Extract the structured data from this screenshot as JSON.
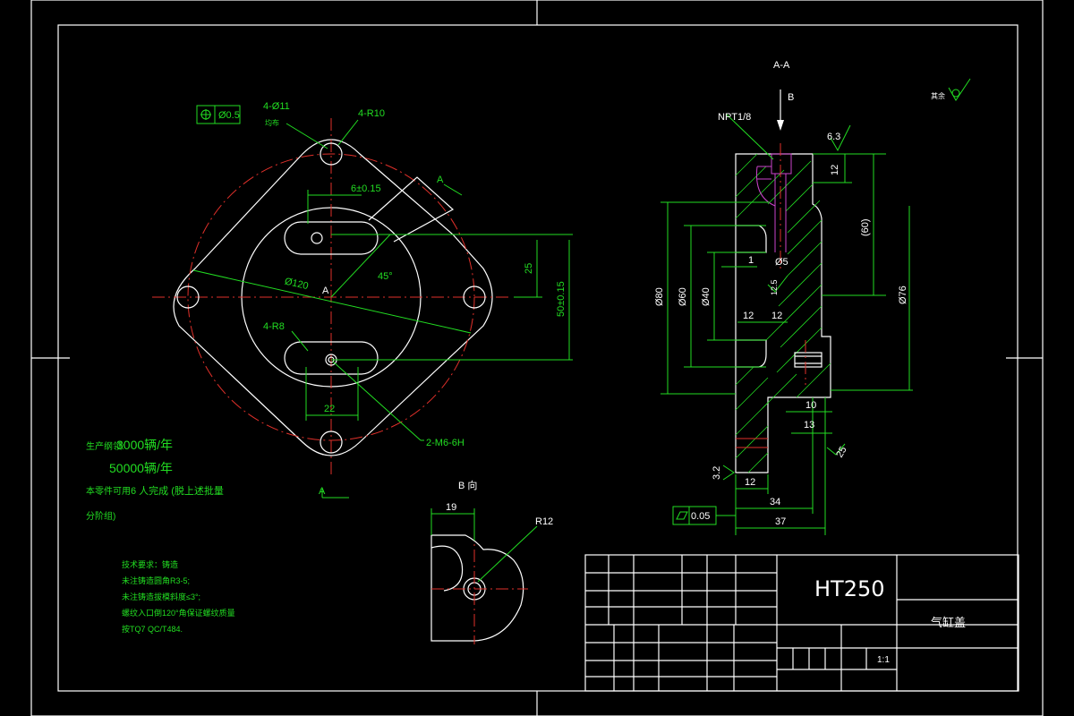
{
  "top_view": {
    "pos_tol": "Ø0.5",
    "holes_4": "4-Ø11",
    "holes_4_note": "均布",
    "corner_radius": "4-R10",
    "slot_offset": "6±0.15",
    "section_mark_a": "A",
    "center_mark": "A",
    "dia_120": "Ø120",
    "angle": "45°",
    "dim_25": "25",
    "dim_50": "50±0.15",
    "slot_radius": "4-R8",
    "dim_22": "22",
    "thread": "2-M6-6H",
    "section_mark_a2": "A"
  },
  "section_view": {
    "title": "A-A",
    "view_b": "B",
    "npt": "NPT1/8",
    "rough_63": "6.3",
    "dim_12a": "12",
    "dim_60": "(60)",
    "dim_1": "1",
    "dim_5": "Ø5",
    "rough_125": "12.5",
    "dia_80": "Ø80",
    "dia_60": "Ø60",
    "dia_40": "Ø40",
    "dim_12b": "12",
    "dim_12c": "12",
    "dia_76": "Ø76",
    "dim_10": "10",
    "dim_13": "13",
    "rough_3": "3.2",
    "rough_25": "25",
    "dim_12d": "12",
    "dim_34": "34",
    "flatness": "0.05",
    "dim_37": "37",
    "rest_rough": "其余"
  },
  "b_view": {
    "title": "B 向",
    "dim_19": "19",
    "r12": "R12"
  },
  "notes": {
    "line1_prefix": "生产纲领:",
    "line1_value": "3000辆/年",
    "line2_value": "50000辆/年",
    "line3_prefix": "本零件可用",
    "line3_value": "6 人完成 (脱上述批量",
    "line4": "分阶组)",
    "tech1": "技术要求：铸造",
    "tech2": "未注铸造圆角R3-5;",
    "tech3": "未注铸造拔模斜度≤3°;",
    "tech4": "螺纹入口倒120°角保证螺纹质量",
    "tech5": "按TQ7 QC/T484."
  },
  "title_block": {
    "material": "HT250",
    "part_name": "气缸盖",
    "scale": "1:1"
  }
}
